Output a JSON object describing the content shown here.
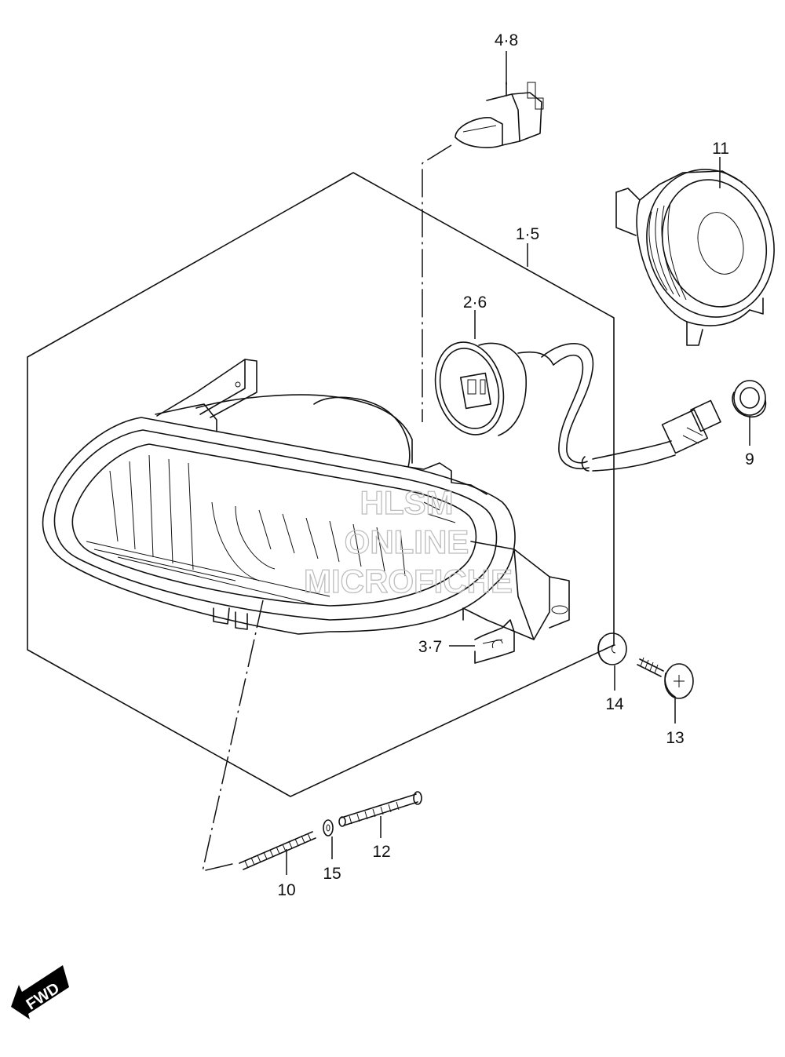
{
  "diagram": {
    "callouts": {
      "bulb": "4·8",
      "headlamp_unit": "1·5",
      "socket": "2·6",
      "clip": "3·7",
      "grommet": "9",
      "spring": "10",
      "bracket_cover": "11",
      "adjust_screw": "12",
      "screw": "13",
      "cushion": "14",
      "washer": "15"
    },
    "watermark": {
      "line1": "HLSM",
      "line2": "ONLINE",
      "line3": "MICROFICHE"
    },
    "fwd_label": "FWD"
  }
}
